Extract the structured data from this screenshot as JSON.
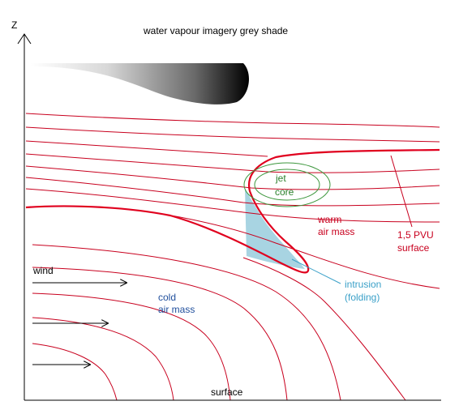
{
  "title": "water vapour imagery grey shade",
  "axis": {
    "z_label": "Z",
    "surface_label": "surface"
  },
  "labels": {
    "wind": "wind",
    "cold_air_mass": [
      "cold",
      "air mass"
    ],
    "warm_air_mass": [
      "warm",
      "air mass"
    ],
    "jet_core": [
      "jet",
      "core"
    ],
    "pvu_surface": [
      "1,5 PVU",
      "surface"
    ],
    "intrusion": [
      "intrusion",
      "(folding)"
    ]
  },
  "colors": {
    "isentropes": "#c8001e",
    "pvu_surface": "#e0001e",
    "jet_core": "#3c963c",
    "intrusion_fill": "#a8d4e2",
    "intrusion_text": "#3aa0c8",
    "cold_text": "#1f4e9c",
    "axes": "#000000"
  }
}
